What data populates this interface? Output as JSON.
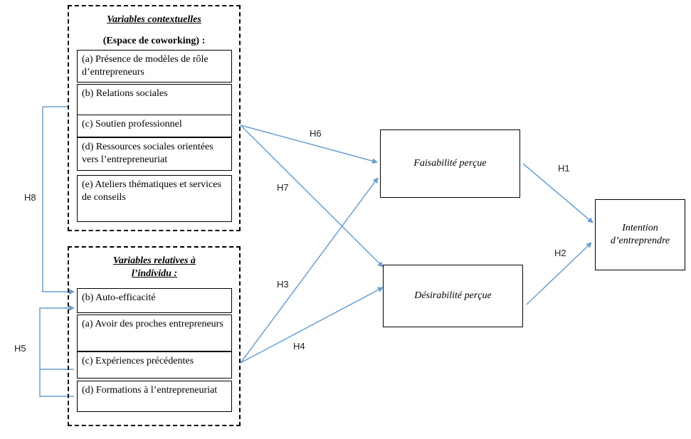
{
  "contextual": {
    "title": "Variables contextuelles",
    "subtitle": "(Espace de coworking) :",
    "items": [
      {
        "label": "(a) Présence de modèles de rôle d’entrepreneurs"
      },
      {
        "label": "(b) Relations sociales"
      },
      {
        "label": "(c) Soutien professionnel"
      },
      {
        "label": "(d) Ressources sociales orientées vers l’entrepreneuriat"
      },
      {
        "label": "(e) Ateliers thématiques et services de conseils"
      }
    ]
  },
  "individual": {
    "title": "Variables relatives à l’individu :",
    "items": [
      {
        "label": "(b) Auto-efficacité"
      },
      {
        "label": "(a) Avoir des proches entrepreneurs"
      },
      {
        "label": "(c) Expériences précédentes"
      },
      {
        "label": "(d) Formations à l’entrepreneuriat"
      }
    ]
  },
  "constructs": {
    "feasibility": "Faisabilité perçue",
    "desirability": "Désirabilité perçue",
    "intention": "Intention d’entreprendre"
  },
  "hypotheses": {
    "h1": "H1",
    "h2": "H2",
    "h3": "H3",
    "h4": "H4",
    "h5": "H5",
    "h6": "H6",
    "h7": "H7",
    "h8": "H8"
  },
  "colors": {
    "arrow": "#6a9fcf"
  }
}
